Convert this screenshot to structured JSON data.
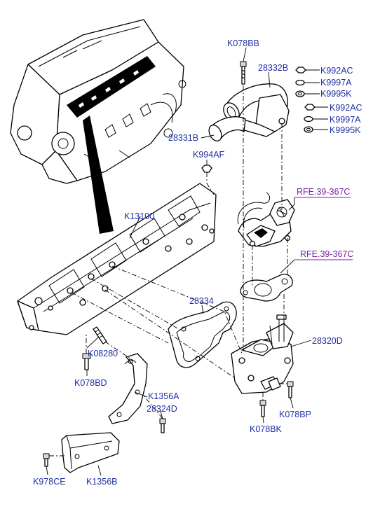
{
  "labels": {
    "k078bb": "K078BB",
    "p28332b": "28332B",
    "k992ac_1": "K992AC",
    "k9997a_1": "K9997A",
    "k9995k_1": "K9995K",
    "k992ac_2": "K992AC",
    "k9997a_2": "K9997A",
    "k9995k_2": "K9995K",
    "p28331b": "28331B",
    "k994af": "K994AF",
    "rfe_1": "RFE.39-367C",
    "k13100": "K13100",
    "rfe_2": "RFE.39-367C",
    "p28334": "28334",
    "p28320d": "28320D",
    "k08280": "K08280",
    "k078bd": "K078BD",
    "k1356a": "K1356A",
    "p28324d": "28324D",
    "k078bp": "K078BP",
    "k078bk": "K078BK",
    "k978ce": "K978CE",
    "k1356b": "K1356B"
  },
  "colors": {
    "label": "#1f2fa6",
    "reference": "#7a1fa6",
    "line": "#000000"
  }
}
